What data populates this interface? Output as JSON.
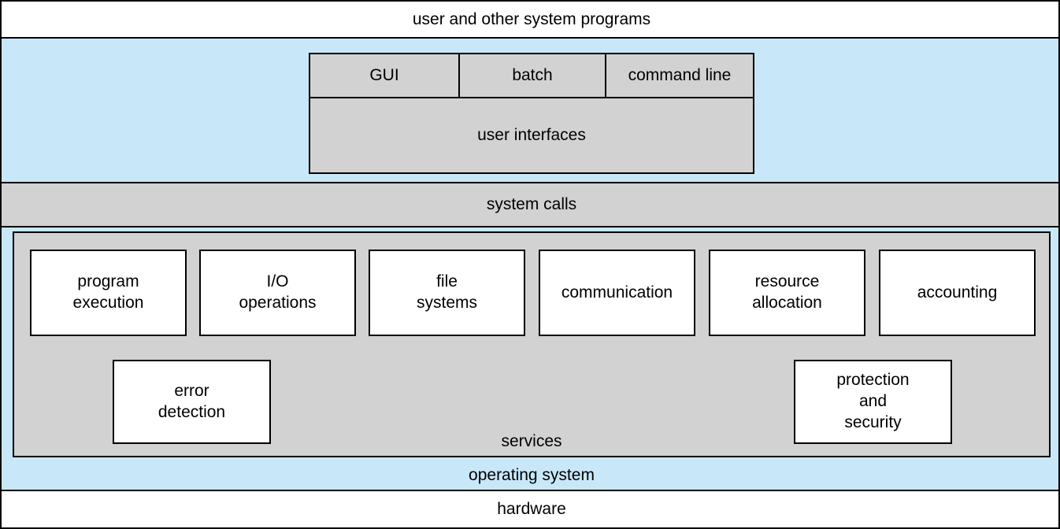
{
  "diagram": {
    "title": "operating system services layered architecture",
    "colors": {
      "layer_blue": "#c8e8fa",
      "panel_gray": "#d2d2d2",
      "cell_white": "#ffffff",
      "border": "#000000"
    }
  },
  "layers": {
    "user_programs": {
      "label": "user and other system programs"
    },
    "interfaces": {
      "panel_label": "user interfaces",
      "modes": [
        {
          "label": "GUI"
        },
        {
          "label": "batch"
        },
        {
          "label": "command line"
        }
      ]
    },
    "system_calls": {
      "label": "system calls"
    },
    "operating_system": {
      "label": "operating system",
      "services": {
        "label": "services",
        "primary": [
          {
            "label": "program\nexecution"
          },
          {
            "label": "I/O\noperations"
          },
          {
            "label": "file\nsystems"
          },
          {
            "label": "communication"
          },
          {
            "label": "resource\nallocation"
          },
          {
            "label": "accounting"
          }
        ],
        "secondary": [
          {
            "label": "error\ndetection"
          },
          {
            "label": "protection\nand\nsecurity"
          }
        ]
      }
    },
    "hardware": {
      "label": "hardware"
    }
  }
}
